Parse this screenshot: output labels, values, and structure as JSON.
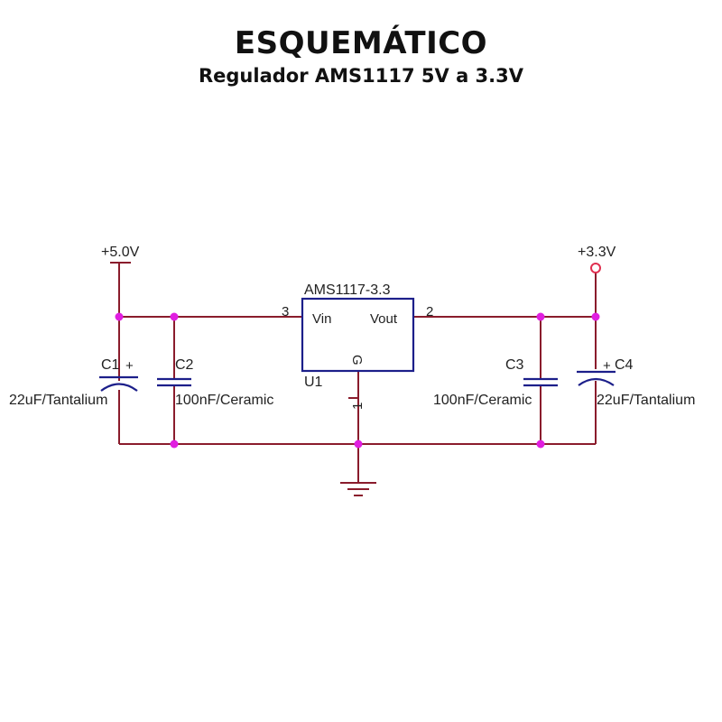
{
  "header": {
    "title": "ESQUEMÁTICO",
    "subtitle": "Regulador AMS1117 5V a 3.3V"
  },
  "schematic": {
    "input_rail": "+5.0V",
    "output_rail": "+3.3V",
    "regulator": {
      "part": "AMS1117-3.3",
      "ref": "U1",
      "pin_in_label": "Vin",
      "pin_out_label": "Vout",
      "pin_in_num": "3",
      "pin_out_num": "2",
      "pin_gnd_num": "1",
      "gnd_mark": "G"
    },
    "capacitors": [
      {
        "ref": "C1",
        "value": "22uF/Tantalium",
        "polarity": "+"
      },
      {
        "ref": "C2",
        "value": "100nF/Ceramic"
      },
      {
        "ref": "C3",
        "value": "100nF/Ceramic"
      },
      {
        "ref": "C4",
        "value": "22uF/Tantalium",
        "polarity": "+"
      }
    ]
  },
  "colors": {
    "wire": "#8a1c2c",
    "junction": "#e01ee0",
    "component": "#1c1f8a"
  }
}
